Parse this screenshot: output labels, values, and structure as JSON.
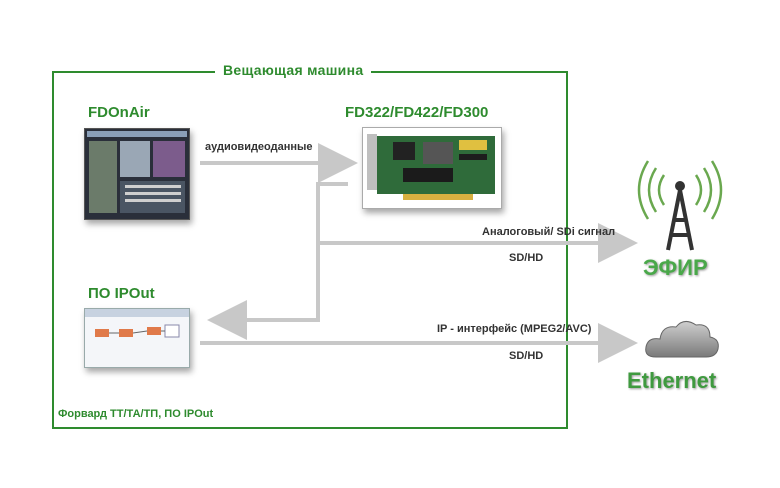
{
  "frame": {
    "title": "Вещающая машина",
    "footer": "Форвард ТТ/ТА/ТП, ПО IPOut"
  },
  "nodes": {
    "fdonair": {
      "label": "FDOnAir"
    },
    "card": {
      "label": "FD322/FD422/FD300"
    },
    "ipout": {
      "label": "ПО IPOut"
    },
    "efir": {
      "label": "ЭФИР"
    },
    "ethernet": {
      "label": "Ethernet"
    }
  },
  "edges": {
    "av_data": "аудиовидеоданные",
    "analog_sdi": "Аналоговый/ SDi сигнал",
    "analog_sdi_sub": "SD/HD",
    "ip_interface": "IP - интерфейс (MPEG2/AVC)",
    "ip_interface_sub": "SD/HD"
  },
  "colors": {
    "frame_green": "#2e8b2e",
    "arrow_gray": "#c8c8c8",
    "efir_green": "#4aa84a",
    "ethernet_green": "#3f9a3f"
  }
}
